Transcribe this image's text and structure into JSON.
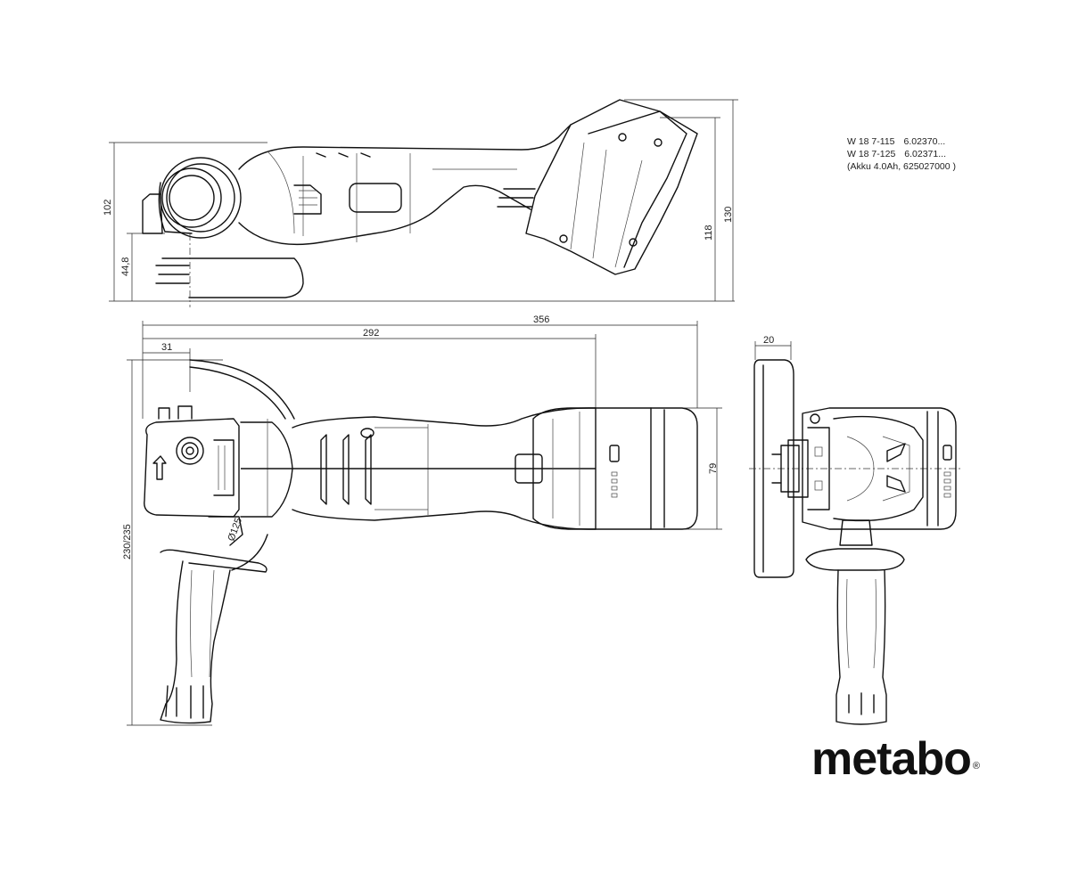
{
  "dimensions": {
    "side_height": "102",
    "side_spindle": "44,8",
    "side_battery_height": "118",
    "side_total_height": "130",
    "length_total": "356",
    "length_body": "292",
    "nose": "31",
    "handle_span": "230/235",
    "width": "79",
    "front_guard": "20"
  },
  "labels": {
    "disc_marking": "Ø125"
  },
  "notes": {
    "rows": [
      {
        "model": "W 18 7-115",
        "code": "6.02370..."
      },
      {
        "model": "W 18 7-125",
        "code": "6.02371..."
      }
    ],
    "battery": "(Akku 4.0Ah, 625027000 )"
  },
  "brand": {
    "name": "metabo",
    "mark": "®"
  }
}
